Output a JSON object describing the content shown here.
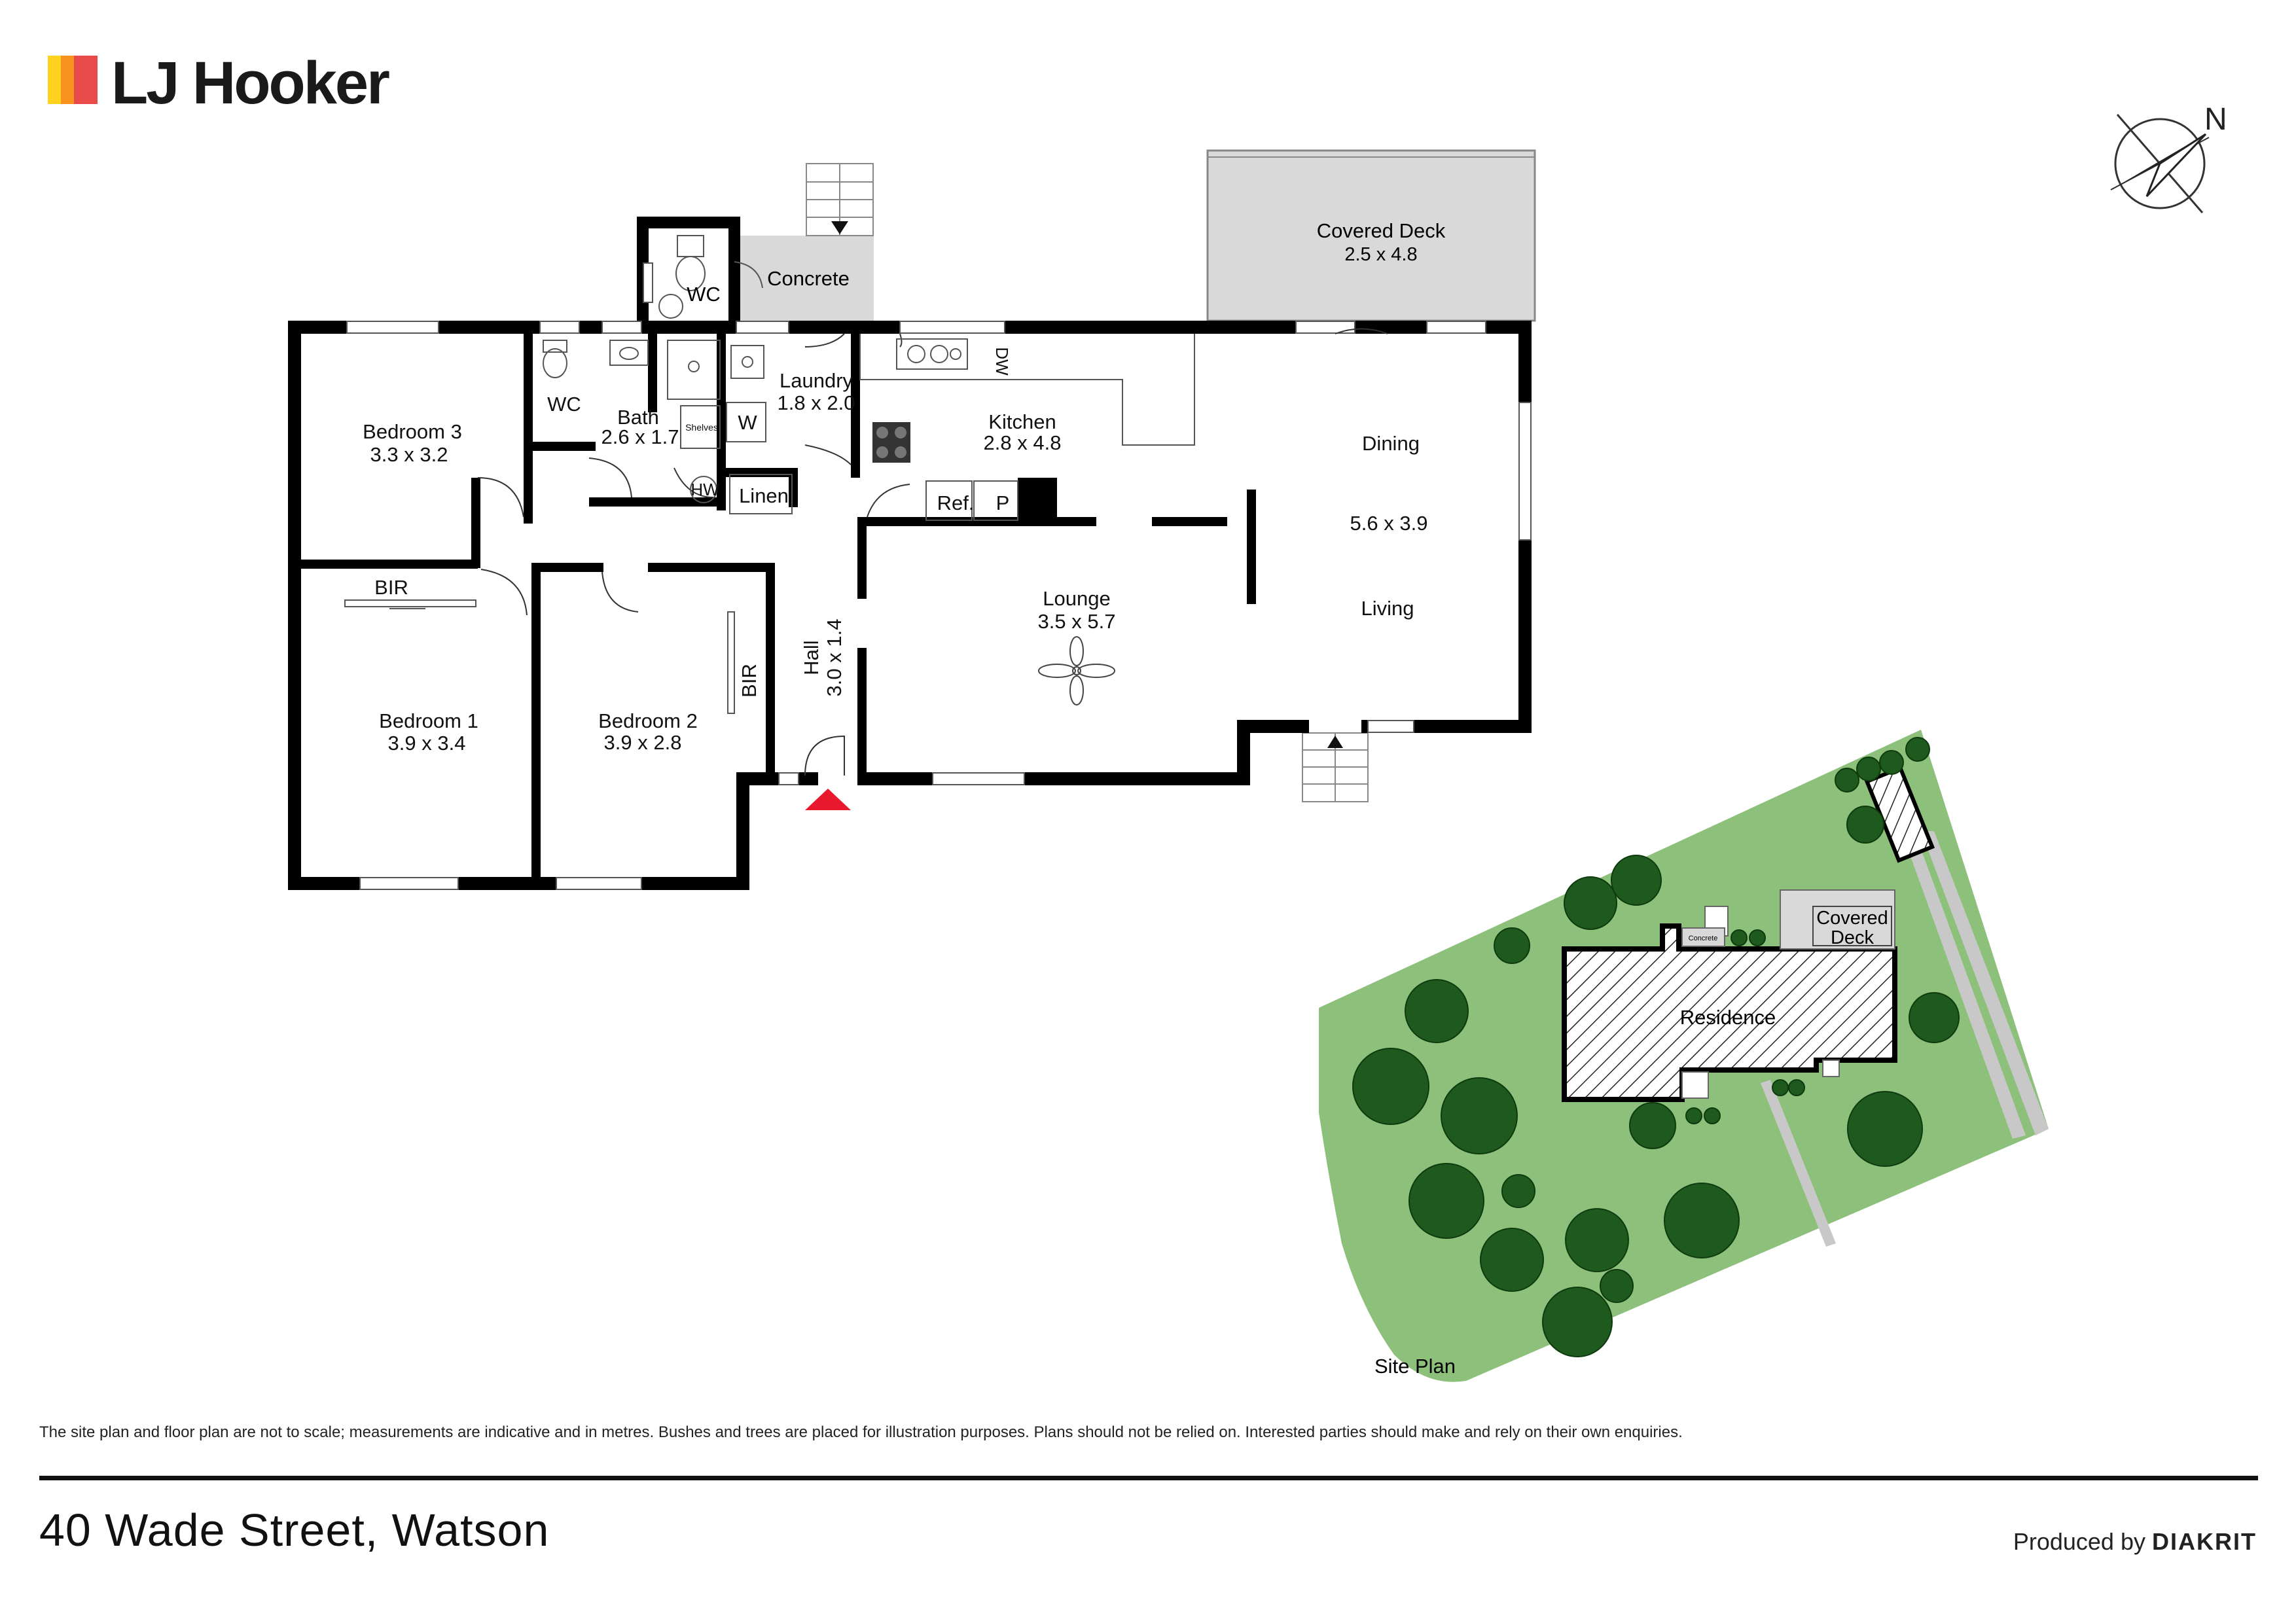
{
  "brand": {
    "name": "LJ Hooker",
    "colors": {
      "yellow": "#FFD21F",
      "orange": "#F7921E",
      "red": "#E94B4B",
      "text": "#1A1A1A"
    }
  },
  "compass": {
    "label": "N"
  },
  "rooms": {
    "covered_deck": {
      "name": "Covered Deck",
      "size": "2.5 x 4.8"
    },
    "concrete": {
      "name": "Concrete"
    },
    "wc_outdoor": {
      "name": "WC"
    },
    "wc": {
      "name": "WC"
    },
    "bedroom3": {
      "name": "Bedroom 3",
      "size": "3.3 x 3.2"
    },
    "bath": {
      "name": "Bath",
      "size": "2.6 x 1.7"
    },
    "shelves": {
      "name": "Shelves"
    },
    "w": {
      "name": "W"
    },
    "hw": {
      "name": "HW"
    },
    "laundry": {
      "name": "Laundry",
      "size": "1.8 x 2.0"
    },
    "linen": {
      "name": "Linen"
    },
    "kitchen": {
      "name": "Kitchen",
      "size": "2.8 x 4.8"
    },
    "dw": {
      "name": "DW"
    },
    "ref": {
      "name": "Ref."
    },
    "pantry": {
      "name": "P"
    },
    "dining": {
      "name": "Dining"
    },
    "dining_living_size": "5.6 x 3.9",
    "living": {
      "name": "Living"
    },
    "lounge": {
      "name": "Lounge",
      "size": "3.5 x 5.7"
    },
    "bir1": {
      "name": "BIR"
    },
    "bir2": {
      "name": "BIR"
    },
    "hall": {
      "name": "Hall",
      "size": "3.0 x 1.4"
    },
    "bedroom1": {
      "name": "Bedroom 1",
      "size": "3.9 x 3.4"
    },
    "bedroom2": {
      "name": "Bedroom 2",
      "size": "3.9 x 2.8"
    }
  },
  "site_plan": {
    "title": "Site Plan",
    "residence": "Residence",
    "covered_deck": "Covered Deck",
    "concrete": "Concrete"
  },
  "colors": {
    "lawn": "#8DC07B",
    "tree": "#1E5A1E",
    "wall": "#000000",
    "deck": "#D9D9D9",
    "entry_marker": "#E8192C"
  },
  "footer": {
    "disclaimer": "The site plan and floor plan are not to scale; measurements are indicative and in metres. Bushes and trees are placed for illustration purposes. Plans should not be relied on. Interested parties should make and rely on their own enquiries.",
    "address": "40 Wade Street, Watson",
    "produced_by": "Produced by",
    "producer": "DIAKRIT"
  }
}
